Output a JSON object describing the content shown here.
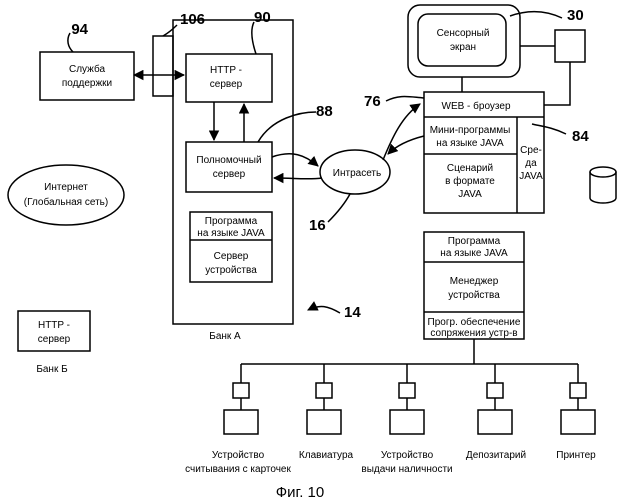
{
  "caption": "Фиг. 10",
  "support": [
    "Служба",
    "поддержки"
  ],
  "http_server_a": [
    "HTTP -",
    "сервер"
  ],
  "proxy_server": [
    "Полномочный",
    "сервер"
  ],
  "java_program_a": [
    "Программа",
    "на языке JAVA"
  ],
  "device_server": [
    "Сервер",
    "устройства"
  ],
  "bank_a": "Банк А",
  "internet": [
    "Интернет",
    "(Глобальная сеть)"
  ],
  "http_server_b": [
    "HTTP -",
    "сервер"
  ],
  "bank_b": "Банк Б",
  "intranet": "Интрасеть",
  "touch_screen": [
    "Сенсорный",
    "экран"
  ],
  "web_browser": "WEB - броузер",
  "java_applets": [
    "Мини-программы",
    "на языке JAVA"
  ],
  "java_script": [
    "Сценарий",
    "в формате",
    "JAVA"
  ],
  "java_env": [
    "Сре-",
    "да",
    "JAVA"
  ],
  "java_program_b": [
    "Программа",
    "на языке JAVA"
  ],
  "device_manager": [
    "Менеджер",
    "устройства"
  ],
  "device_interface": [
    "Прогр. обеспечение",
    "сопряжения устр-в"
  ],
  "devices": [
    [
      "Устройство",
      "считывания с карточек"
    ],
    [
      "Клавиатура"
    ],
    [
      "Устройство",
      "выдачи наличности"
    ],
    [
      "Депозитарий"
    ],
    [
      "Принтер"
    ]
  ],
  "refs": {
    "r94": "94",
    "r106": "106",
    "r90": "90",
    "r88": "88",
    "r30": "30",
    "r76": "76",
    "r84": "84",
    "r16": "16",
    "r14": "14"
  }
}
